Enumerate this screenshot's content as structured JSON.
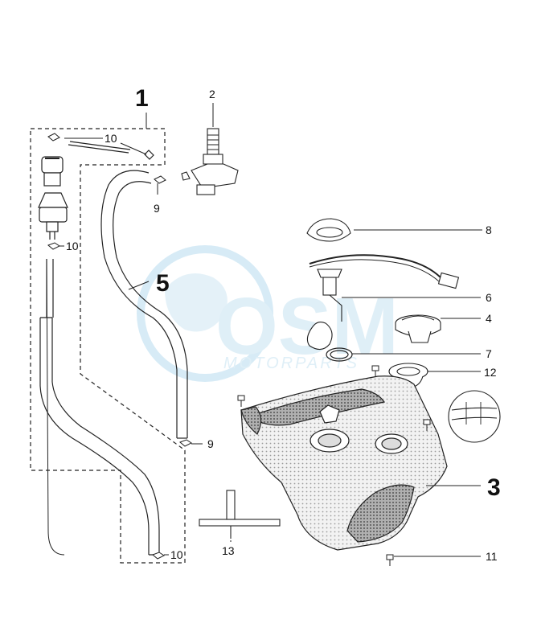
{
  "diagram": {
    "callouts": {
      "n1": "1",
      "n2": "2",
      "n3": "3",
      "n4": "4",
      "n5": "5",
      "n6": "6",
      "n7": "7",
      "n8": "8",
      "n9a": "9",
      "n9b": "9",
      "n10a": "10",
      "n10b": "10",
      "n10c": "10",
      "n11": "11",
      "n12": "12",
      "n13": "13"
    }
  },
  "watermark": {
    "brand": "OSM",
    "tagline": "MOTORPARTS"
  },
  "colors": {
    "ink": "#1a1a1a",
    "watermark": "#b8dcef",
    "tank_fill": "#e6e6e6",
    "dark_patch": "#9a9a9a"
  }
}
